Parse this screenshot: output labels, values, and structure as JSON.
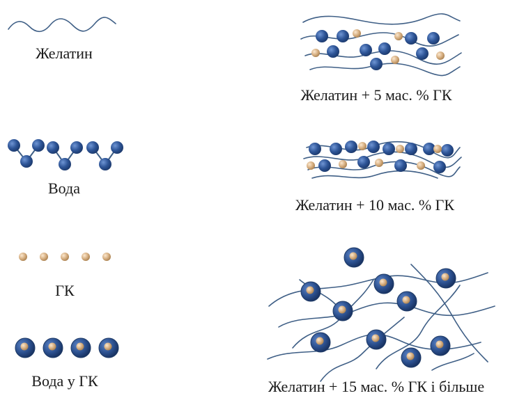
{
  "labels": {
    "gelatin": "Желатин",
    "water": "Вода",
    "ha": "ГК",
    "water_in_ha": "Вода у ГК",
    "gelatin_5": "Желатин + 5  мас. % ГК",
    "gelatin_10": "Желатин + 10 мас. % ГК",
    "gelatin_15": "Желатин + 15 мас. % ГК і більше"
  },
  "colors": {
    "strand": "#3f5f86",
    "water": "#2e5597",
    "hydroxyapatite": "#d8b184"
  }
}
